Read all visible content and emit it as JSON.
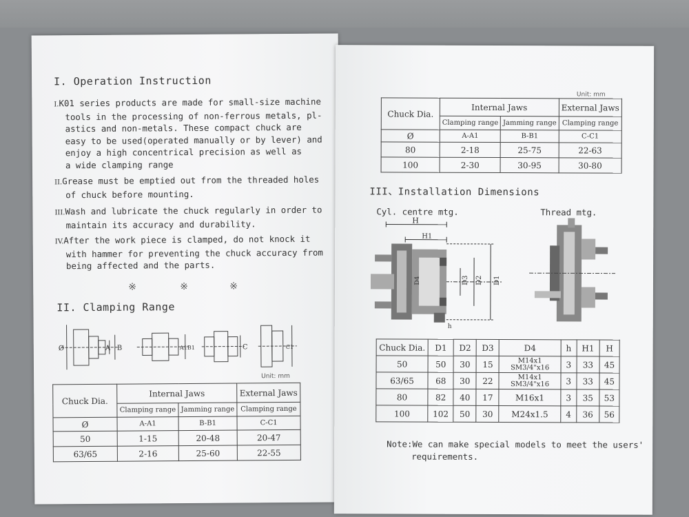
{
  "left": {
    "section1_title": "I. Operation Instruction",
    "items": [
      {
        "num": "I.",
        "lines": [
          "K01 series products are made for small-size machine",
          "tools in the processing of non-ferrous metals, pl-",
          "astics and non-metals. These compact chuck are",
          "easy to be used(operated manually or by lever) and",
          "enjoy a high concentrical precision as well as",
          "a wide clamping range"
        ]
      },
      {
        "num": "II.",
        "lines": [
          "Grease must be emptied out from the threaded holes",
          "of chuck before mounting."
        ]
      },
      {
        "num": "III.",
        "lines": [
          "Wash and lubricate the chuck regularly in order to",
          "maintain its accuracy and durability."
        ]
      },
      {
        "num": "IV.",
        "lines": [
          "After the work piece is clamped, do not knock it",
          "with hammer for preventing the chuck accuracy from",
          "being affected and the parts."
        ]
      }
    ],
    "separators": [
      "※",
      "※",
      "※"
    ],
    "section2_title": "II.  Clamping Range",
    "diagram_labels": {
      "phi": "Ø",
      "a": "A",
      "b": "B",
      "a1": "A1",
      "b1": "B1",
      "c": "C",
      "c1": "C1"
    },
    "unit": "Unit: mm",
    "table": {
      "chuck_dia": "Chuck Dia.",
      "phi": "Ø",
      "internal_jaws": "Internal Jaws",
      "external_jaws": "External Jaws",
      "clamping_range": "Clamping range",
      "jamming_range": "Jamming range",
      "clamping_range2": "Clamping range",
      "sub_a": "A-A1",
      "sub_b": "B-B1",
      "sub_c": "C-C1",
      "rows": [
        {
          "dia": "50",
          "a": "1-15",
          "b": "20-48",
          "c": "20-47"
        },
        {
          "dia": "63/65",
          "a": "2-16",
          "b": "25-60",
          "c": "22-55"
        }
      ]
    }
  },
  "right": {
    "unit": "Unit: mm",
    "table": {
      "chuck_dia": "Chuck Dia.",
      "phi": "Ø",
      "internal_jaws": "Internal Jaws",
      "external_jaws": "External Jaws",
      "clamping_range": "Clamping range",
      "jamming_range": "Jamming range",
      "clamping_range2": "Clamping range",
      "sub_a": "A-A1",
      "sub_b": "B-B1",
      "sub_c": "C-C1",
      "rows": [
        {
          "dia": "80",
          "a": "2-18",
          "b": "25-75",
          "c": "22-63"
        },
        {
          "dia": "100",
          "a": "2-30",
          "b": "30-95",
          "c": "30-80"
        }
      ]
    },
    "section3_title": "III、Installation Dimensions",
    "cyl_label": "Cyl. centre mtg.",
    "thread_label": "Thread mtg.",
    "drawing_labels": {
      "h_big": "H",
      "h1": "H1",
      "d1": "D1",
      "d2": "D2",
      "d3": "D3",
      "d4": "D4",
      "h": "h"
    },
    "dim_table": {
      "headers": [
        "Chuck Dia.",
        "D1",
        "D2",
        "D3",
        "D4",
        "h",
        "H1",
        "H"
      ],
      "rows": [
        {
          "dia": "50",
          "d1": "50",
          "d2": "30",
          "d3": "15",
          "d4a": "M14x1",
          "d4b": "SM3/4\"x16",
          "h": "3",
          "h1": "33",
          "H": "45"
        },
        {
          "dia": "63/65",
          "d1": "68",
          "d2": "30",
          "d3": "22",
          "d4a": "M14x1",
          "d4b": "SM3/4\"x16",
          "h": "3",
          "h1": "33",
          "H": "45"
        },
        {
          "dia": "80",
          "d1": "82",
          "d2": "40",
          "d3": "17",
          "d4a": "M16x1",
          "d4b": "",
          "h": "3",
          "h1": "35",
          "H": "53"
        },
        {
          "dia": "100",
          "d1": "102",
          "d2": "50",
          "d3": "30",
          "d4a": "M24x1.5",
          "d4b": "",
          "h": "4",
          "h1": "36",
          "H": "56"
        }
      ]
    },
    "note_line1": "Note:We can make special models to meet the users'",
    "note_line2": "requirements."
  }
}
